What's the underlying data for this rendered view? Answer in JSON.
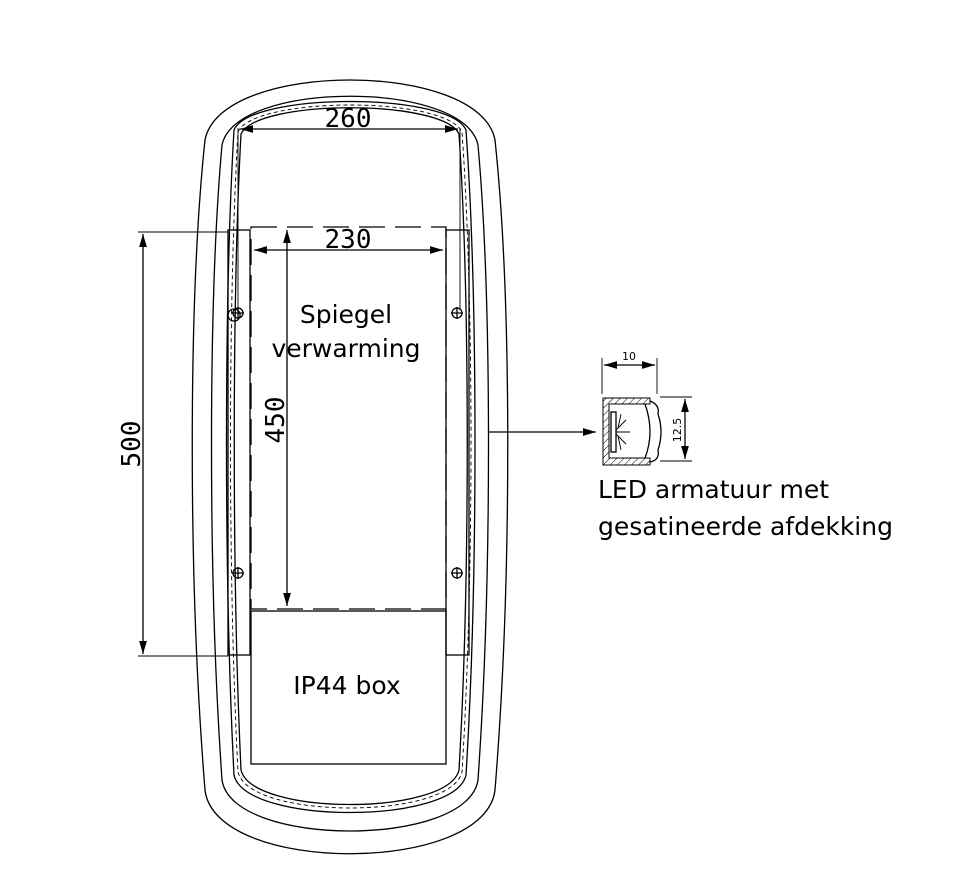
{
  "dimensions": {
    "mirror_width": "260",
    "heater_width": "230",
    "heater_height": "450",
    "rail_height": "500",
    "profile_width": "10",
    "profile_height": "12.5"
  },
  "labels": {
    "heater_line1": "Spiegel",
    "heater_line2": "verwarming",
    "box": "IP44 box",
    "led_line1": "LED armatuur met",
    "led_line2": "gesatineerde afdekking"
  }
}
